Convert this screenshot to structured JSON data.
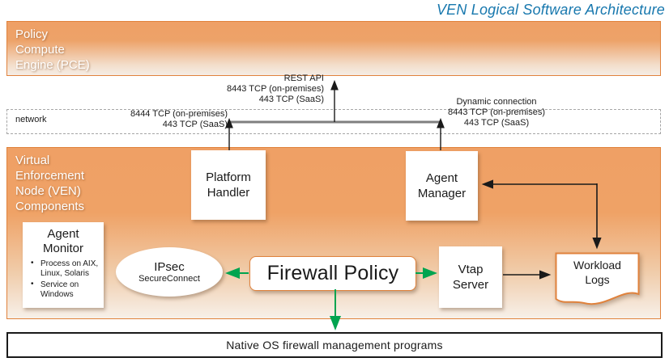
{
  "title": "VEN Logical Software Architecture",
  "pce": {
    "label": "Policy\nCompute\nEngine (PCE)"
  },
  "network": {
    "label": "network",
    "left_ports": "8444 TCP (on-premises)\n443 TCP (SaaS)"
  },
  "connections": {
    "rest_api": "REST API\n8443 TCP (on-premises)\n443 TCP (SaaS)",
    "dynamic": "Dynamic connection\n8443 TCP (on-premises)\n443 TCP (SaaS)"
  },
  "ven": {
    "label": "Virtual\nEnforcement\nNode (VEN)\nComponents"
  },
  "nodes": {
    "platform_handler": {
      "label": "Platform\nHandler"
    },
    "agent_manager": {
      "label": "Agent\nManager"
    },
    "agent_monitor": {
      "title": "Agent\nMonitor",
      "bullets": [
        "Process on AIX, Linux, Solaris",
        "Service on Windows"
      ]
    },
    "ipsec": {
      "title": "IPsec",
      "subtitle": "SecureConnect"
    },
    "firewall_policy": {
      "label": "Firewall Policy"
    },
    "vtap_server": {
      "label": "Vtap\nServer"
    },
    "workload_logs": {
      "label": "Workload\nLogs"
    }
  },
  "footer": {
    "label": "Native OS firewall management programs"
  },
  "colors": {
    "accent_orange": "#E0823C",
    "gradient_orange": "#EFA065",
    "arrow_green": "#00A44F",
    "arrow_black": "#1A1A1A",
    "connector_gray": "#7F7F7F",
    "title_blue": "#1878AE"
  }
}
